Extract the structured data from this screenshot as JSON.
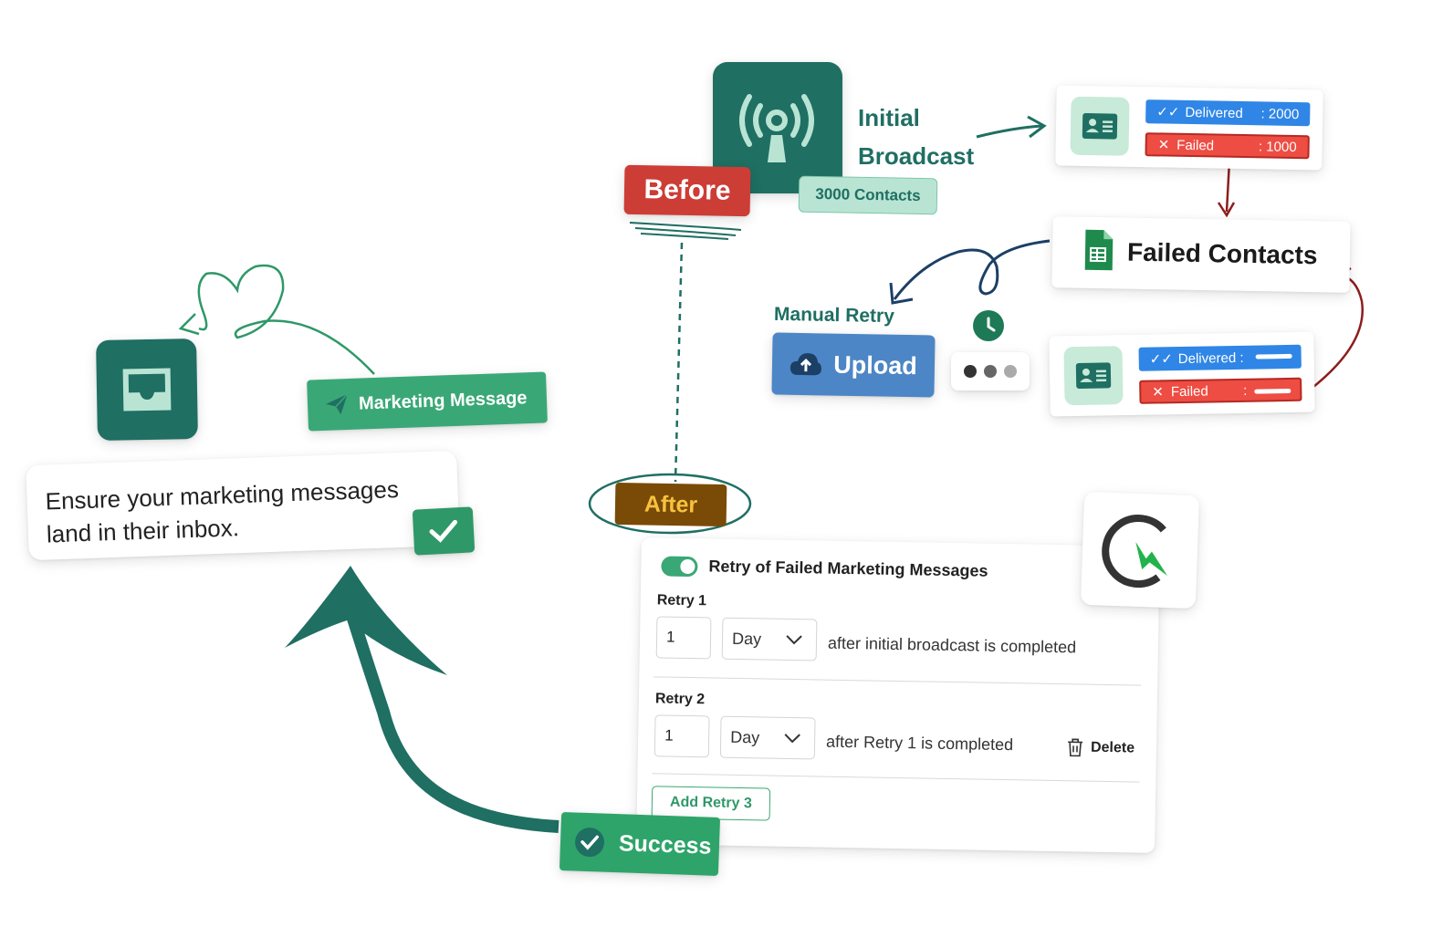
{
  "broadcast": {
    "title_line1": "Initial",
    "title_line2": "Broadcast",
    "contacts": "3000 Contacts",
    "before": "Before"
  },
  "stats_top": {
    "delivered_label": "Delivered",
    "delivered_value": ": 2000",
    "failed_label": "Failed",
    "failed_value": ": 1000"
  },
  "stats_bottom": {
    "delivered_label": "Delivered :",
    "failed_label": "Failed",
    "failed_colon": ":"
  },
  "failed_contacts": "Failed Contacts",
  "manual_retry": {
    "label": "Manual Retry",
    "upload": "Upload"
  },
  "marketing": {
    "badge": "Marketing Message",
    "message": "Ensure your marketing messages land in their inbox."
  },
  "after": "After",
  "retry_panel": {
    "title": "Retry of Failed Marketing Messages",
    "retries": [
      {
        "label": "Retry 1",
        "value": "1",
        "unit": "Day",
        "text": "after initial broadcast is completed"
      },
      {
        "label": "Retry 2",
        "value": "1",
        "unit": "Day",
        "text": "after Retry 1 is completed"
      }
    ],
    "delete": "Delete",
    "add": "Add Retry 3"
  },
  "success": "Success",
  "colors": {
    "brand_green": "#1f6f63",
    "accent_green": "#3aa876",
    "delivered_blue": "#2f86e6",
    "failed_red": "#ee4d43",
    "before_red": "#cc3d36",
    "after_brown": "#7a4a07",
    "after_text": "#f6c23e",
    "upload_blue": "#4d86c6"
  },
  "icons": [
    "broadcast-tower-icon",
    "contact-card-icon",
    "double-check-icon",
    "close-x-icon",
    "spreadsheet-icon",
    "cloud-upload-icon",
    "clock-icon",
    "inbox-icon",
    "send-icon",
    "checkmark-icon",
    "trash-icon",
    "chevron-down-icon",
    "brand-logo-icon",
    "check-circle-icon"
  ]
}
